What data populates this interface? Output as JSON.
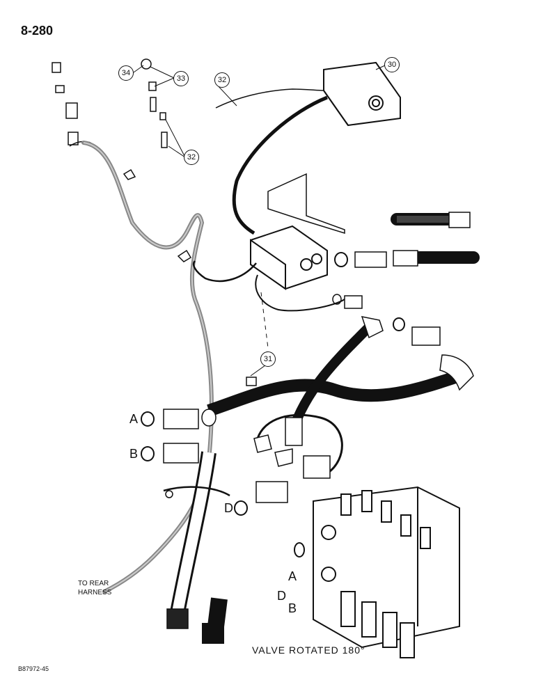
{
  "page": {
    "number": "8-280",
    "figure_code": "B87972-45"
  },
  "callouts": {
    "c30": "30",
    "c31": "31",
    "c32a": "32",
    "c32b": "32",
    "c33": "33",
    "c34": "34"
  },
  "letters": {
    "a_left": "A",
    "b_left": "B",
    "d_left": "D",
    "a_right": "A",
    "d_right": "D",
    "b_right": "B"
  },
  "notes": {
    "rear_harness_line1": "TO REAR",
    "rear_harness_line2": "HARNESS"
  },
  "caption": "VALVE ROTATED 180°"
}
